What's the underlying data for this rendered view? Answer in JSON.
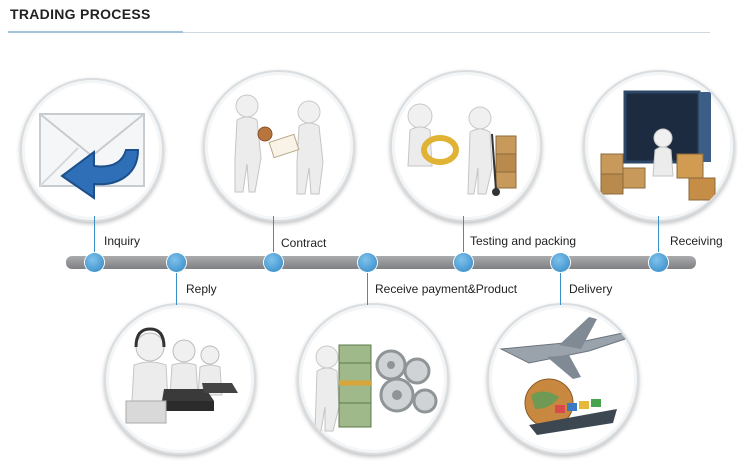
{
  "header": {
    "title": "TRADING PROCESS"
  },
  "steps": [
    {
      "label": "Inquiry",
      "icon": "envelope-reply-icon"
    },
    {
      "label": "Reply",
      "icon": "call-center-operators-icon"
    },
    {
      "label": "Contract",
      "icon": "handshake-contract-icon"
    },
    {
      "label": "Receive payment&Product",
      "icon": "money-and-gears-icon"
    },
    {
      "label": "Testing and packing",
      "icon": "magnifier-and-boxes-icon"
    },
    {
      "label": "Delivery",
      "icon": "airplane-globe-ship-icon"
    },
    {
      "label": "Receiving",
      "icon": "container-cargo-icon"
    }
  ],
  "colors": {
    "accent": "#2f87c4",
    "timeline": "#8e9093"
  }
}
